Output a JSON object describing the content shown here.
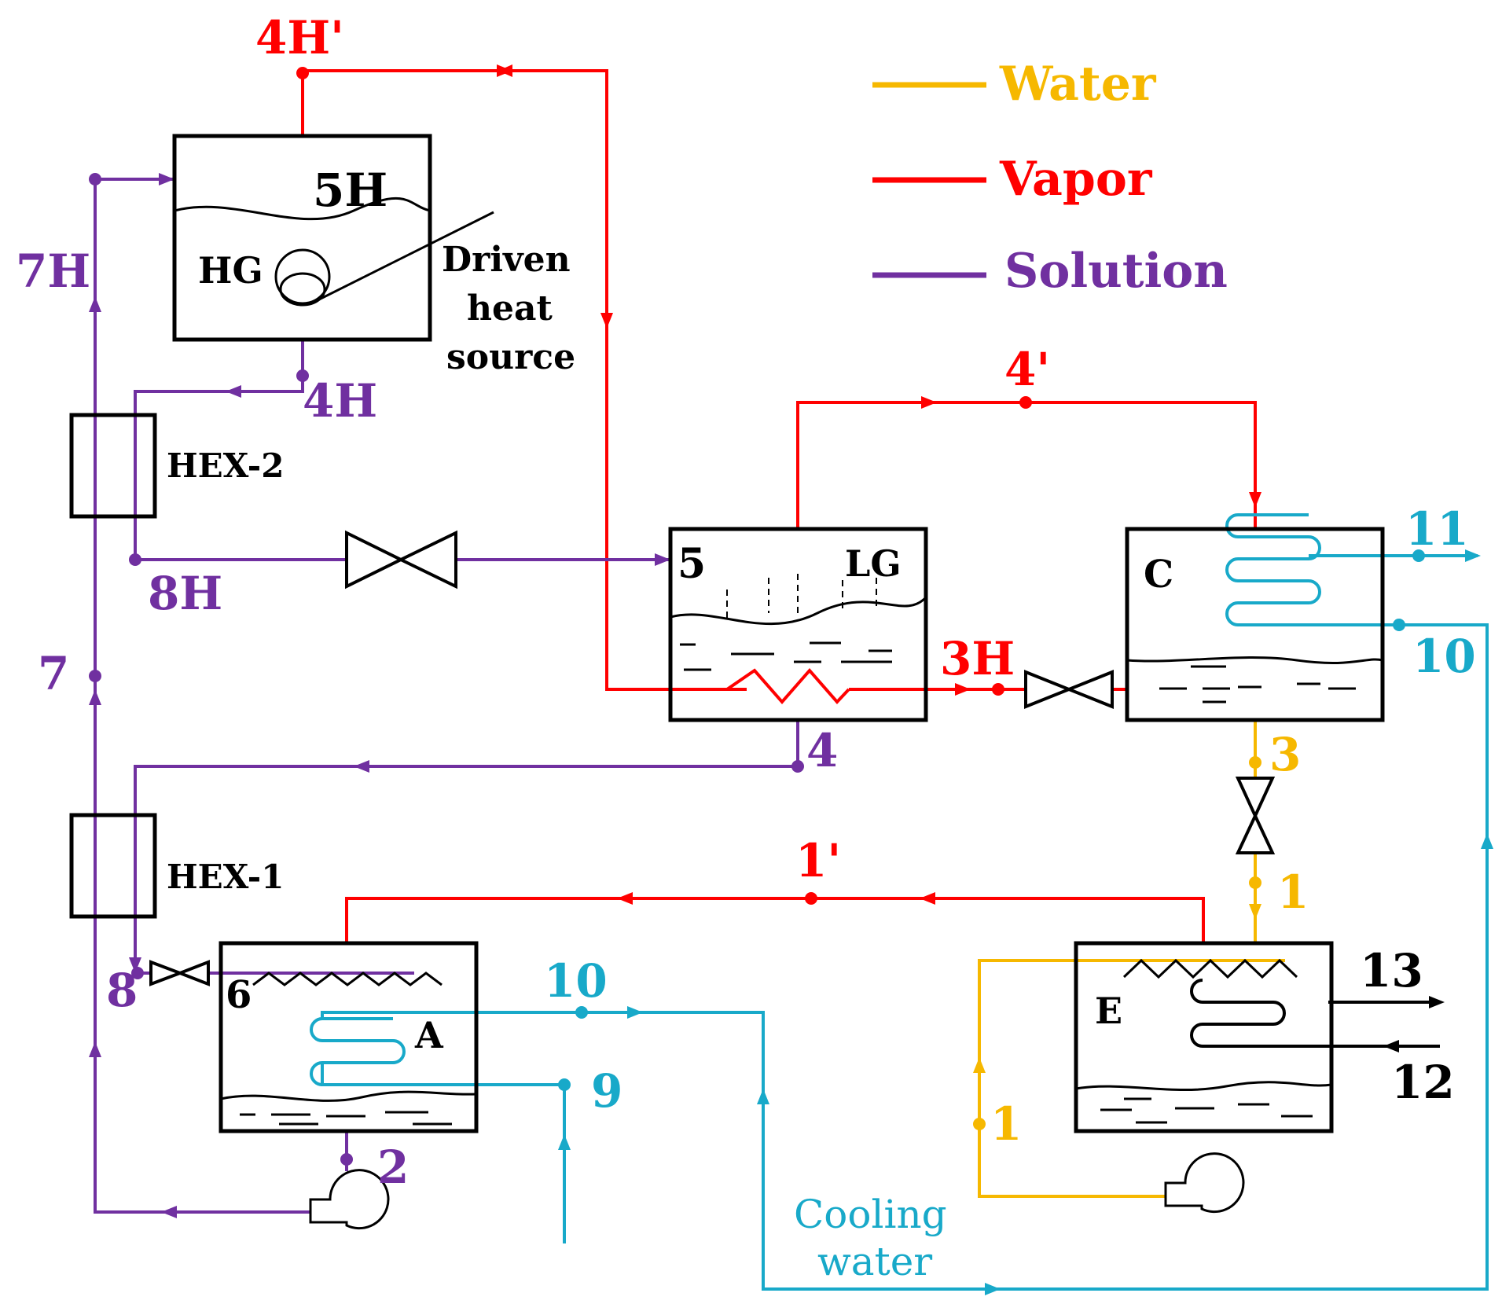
{
  "colors": {
    "water": "#f6b800",
    "vapor": "#ff0000",
    "solution": "#7030a0",
    "cooling": "#18a9c9",
    "outline": "#000000"
  },
  "legend": {
    "water": "Water",
    "vapor": "Vapor",
    "solution": "Solution"
  },
  "components": {
    "hg_state": "5H",
    "hg_name": "HG",
    "driven_heat_source_line1": "Driven",
    "driven_heat_source_line2": "heat",
    "driven_heat_source_line3": "source",
    "hex2": "HEX-2",
    "hex1": "HEX-1",
    "lg_state": "5",
    "lg_name": "LG",
    "condenser": "C",
    "absorber": "A",
    "absorber_state": "6",
    "evaporator": "E"
  },
  "points": {
    "p4Hprime": "4H'",
    "p7H": "7H",
    "p4H": "4H",
    "p8H": "8H",
    "p7": "7",
    "p8": "8",
    "p2": "2",
    "p4prime": "4'",
    "p3H": "3H",
    "p4": "4",
    "p11": "11",
    "p10c": "10",
    "p3": "3",
    "p1top": "1",
    "p1prime": "1'",
    "p10a": "10",
    "p9": "9",
    "p13": "13",
    "p12": "12",
    "p1loop": "1"
  },
  "cooling_label_line1": "Cooling",
  "cooling_label_line2": "water"
}
